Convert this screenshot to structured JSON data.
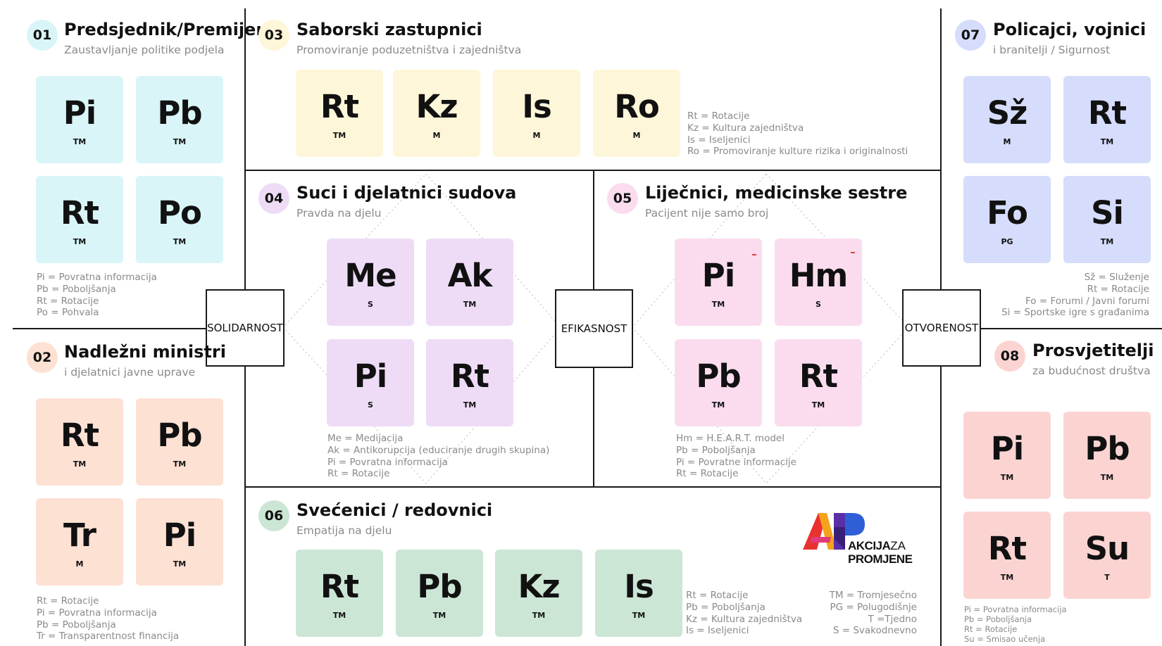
{
  "colors": {
    "cyan": "#d9f5f7",
    "yellow": "#fef6d9",
    "purple": "#eedcf6",
    "pink": "#fbdcef",
    "blue": "#d6dcfb",
    "peach": "#fde1d3",
    "red": "#fbd4d2",
    "green": "#cce6d6"
  },
  "s01": {
    "num": "01",
    "title": "Predsjednik/Premijer",
    "sub": "Zaustavljanje politike podjela",
    "t": [
      {
        "s": "Pi",
        "f": "TM"
      },
      {
        "s": "Pb",
        "f": "TM"
      },
      {
        "s": "Rt",
        "f": "TM"
      },
      {
        "s": "Po",
        "f": "TM"
      }
    ],
    "leg": [
      "Pi = Povratna informacija",
      "Pb = Poboljšanja",
      "Rt = Rotacije",
      "Po = Pohvala"
    ]
  },
  "s02": {
    "num": "02",
    "title": "Nadležni ministri",
    "sub": "i djelatnici javne uprave",
    "t": [
      {
        "s": "Rt",
        "f": "TM"
      },
      {
        "s": "Pb",
        "f": "TM"
      },
      {
        "s": "Tr",
        "f": "M"
      },
      {
        "s": "Pi",
        "f": "TM"
      }
    ],
    "leg": [
      "Rt = Rotacije",
      "Pi = Povratna informacija",
      "Pb = Poboljšanja",
      "Tr = Transparentnost financija"
    ]
  },
  "s03": {
    "num": "03",
    "title": "Saborski zastupnici",
    "sub": "Promoviranje poduzetništva i zajedništva",
    "t": [
      {
        "s": "Rt",
        "f": "TM"
      },
      {
        "s": "Kz",
        "f": "M"
      },
      {
        "s": "Is",
        "f": "M"
      },
      {
        "s": "Ro",
        "f": "M"
      }
    ],
    "leg": [
      "Rt = Rotacije",
      "Kz = Kultura zajedništva",
      "Is = Iseljenici",
      "Ro = Promoviranje kulture rizika i originalnosti"
    ]
  },
  "s04": {
    "num": "04",
    "title": "Suci i djelatnici sudova",
    "sub": "Pravda na djelu",
    "t": [
      {
        "s": "Me",
        "f": "S"
      },
      {
        "s": "Ak",
        "f": "TM"
      },
      {
        "s": "Pi",
        "f": "S"
      },
      {
        "s": "Rt",
        "f": "TM"
      }
    ],
    "leg": [
      "Me = Medijacija",
      "Ak = Antikorupcija (educiranje drugih skupina)",
      "Pi = Povratna informacija",
      "Rt = Rotacije"
    ]
  },
  "s05": {
    "num": "05",
    "title": "Liječnici, medicinske sestre",
    "sub": "Pacijent nije samo broj",
    "t": [
      {
        "s": "Pi",
        "f": "TM"
      },
      {
        "s": "Hm",
        "f": "S"
      },
      {
        "s": "Pb",
        "f": "TM"
      },
      {
        "s": "Rt",
        "f": "TM"
      }
    ],
    "leg": [
      "Hm = H.E.A.R.T. model",
      "Pb = Poboljšanja",
      "Pi = Povratne informacije",
      "Rt = Rotacije"
    ]
  },
  "s06": {
    "num": "06",
    "title": "Svećenici / redovnici",
    "sub": "Empatija na djelu",
    "t": [
      {
        "s": "Rt",
        "f": "TM"
      },
      {
        "s": "Pb",
        "f": "TM"
      },
      {
        "s": "Kz",
        "f": "TM"
      },
      {
        "s": "Is",
        "f": "TM"
      }
    ],
    "leg": [
      "Rt = Rotacije",
      "Pb = Poboljšanja",
      "Kz = Kultura zajedništva",
      "Is = Iseljenici"
    ],
    "freq_leg": [
      "TM = Tromjesečno",
      "PG = Polugodišnje",
      "T =Tjedno",
      "S = Svakodnevno"
    ]
  },
  "s07": {
    "num": "07",
    "title": "Policajci, vojnici",
    "sub": "i branitelji / Sigurnost",
    "t": [
      {
        "s": "Sž",
        "f": "M"
      },
      {
        "s": "Rt",
        "f": "TM"
      },
      {
        "s": "Fo",
        "f": "PG"
      },
      {
        "s": "Si",
        "f": "TM"
      }
    ],
    "leg": [
      "Sž = Služenje",
      "Rt = Rotacije",
      "Fo = Forumi / Javni forumi",
      "Si = Sportske igre s građanima"
    ]
  },
  "s08": {
    "num": "08",
    "title": "Prosvjetitelji",
    "sub": "za budućnost društva",
    "t": [
      {
        "s": "Pi",
        "f": "TM"
      },
      {
        "s": "Pb",
        "f": "TM"
      },
      {
        "s": "Rt",
        "f": "TM"
      },
      {
        "s": "Su",
        "f": "T"
      }
    ],
    "leg": [
      "Pi = Povratna informacija",
      "Pb = Poboljšanja",
      "Rt = Rotacije",
      "Su = Smisao učenja"
    ]
  },
  "values": {
    "solidarnost": "SOLIDARNOST",
    "efikasnost": "EFIKASNOST",
    "otvorenost": "OTVORENOST"
  },
  "logo": {
    "line1": "AKCIJA",
    "line1b": "ZA",
    "line2": "PROMJENE"
  }
}
